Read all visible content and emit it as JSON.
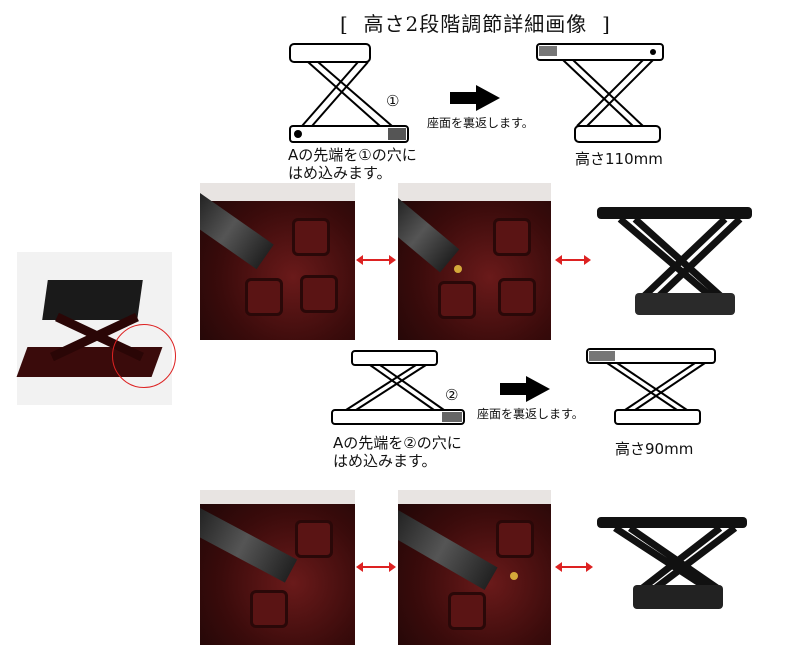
{
  "title": "[  高さ2段階調節詳細画像  ]",
  "step1": {
    "marker": "①",
    "flip_label": "座面を裏返します。",
    "instruction_line1": "Aの先端を①の穴に",
    "instruction_line2": "はめ込みます。",
    "height_label": "高さ110mm"
  },
  "step2": {
    "marker": "②",
    "flip_label": "座面を裏返します。",
    "instruction_line1": "Aの先端を②の穴に",
    "instruction_line2": "はめ込みます。",
    "height_label": "高さ90mm"
  },
  "colors": {
    "accent_arrow": "#d22222",
    "product": "#3a0b0b"
  }
}
